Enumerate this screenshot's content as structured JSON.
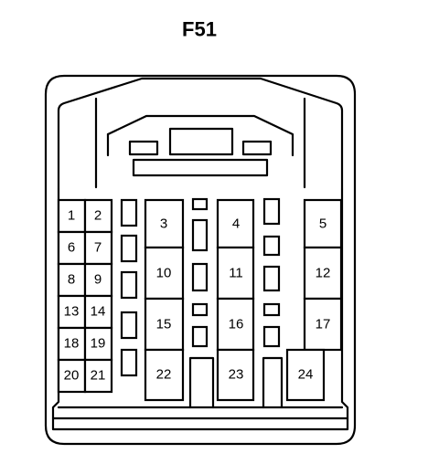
{
  "connector": {
    "name": "F51",
    "terminals": [
      "1",
      "2",
      "3",
      "4",
      "5",
      "6",
      "7",
      "8",
      "9",
      "10",
      "11",
      "12",
      "13",
      "14",
      "15",
      "16",
      "17",
      "18",
      "19",
      "20",
      "21",
      "22",
      "23",
      "24"
    ]
  }
}
